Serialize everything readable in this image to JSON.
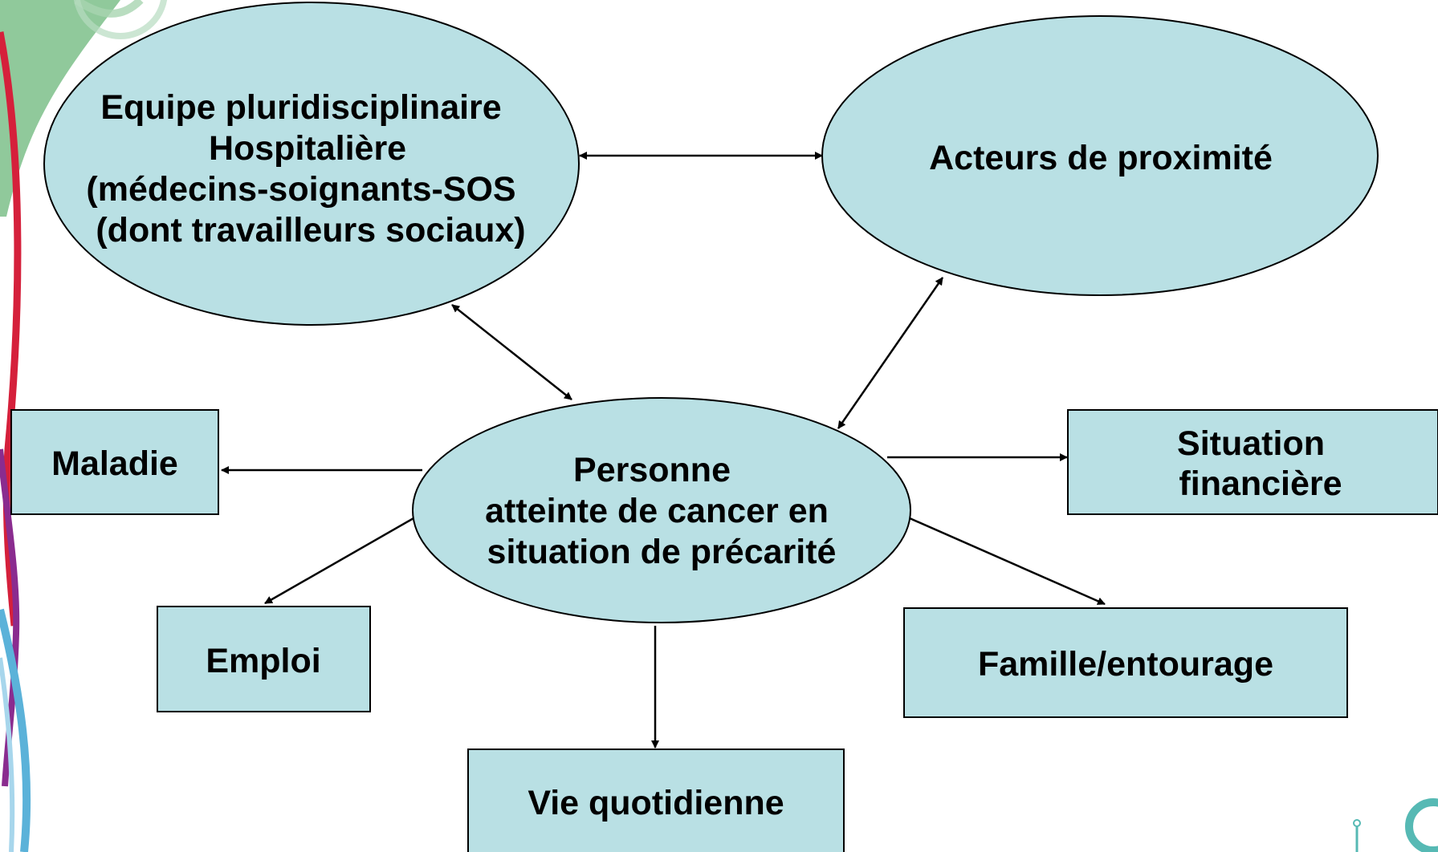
{
  "colors": {
    "node_fill": "#b9e0e4",
    "node_stroke": "#000000",
    "arrow": "#000000",
    "deco_green": "#7cc08a",
    "deco_red": "#d5203b",
    "deco_purple": "#8a2c8f",
    "deco_blue": "#5bb2d9",
    "deco_teal": "#56b9b4"
  },
  "nodes": {
    "equipe": {
      "lines": [
        "Equipe pluridisciplinaire",
        "Hospitalière",
        "(médecins-soignants-SOS",
        "(dont travailleurs sociaux)"
      ]
    },
    "acteurs": {
      "lines": [
        "Acteurs de proximité"
      ]
    },
    "personne": {
      "lines": [
        "Personne",
        "atteinte de cancer en",
        "situation de précarité"
      ]
    },
    "maladie": {
      "lines": [
        "Maladie"
      ]
    },
    "situation": {
      "lines": [
        "Situation",
        "financière"
      ]
    },
    "emploi": {
      "lines": [
        "Emploi"
      ]
    },
    "famille": {
      "lines": [
        "Famille/entourage"
      ]
    },
    "vie": {
      "lines": [
        "Vie quotidienne"
      ]
    }
  },
  "edges": [
    {
      "from": "equipe",
      "to": "acteurs",
      "direction": "both"
    },
    {
      "from": "equipe",
      "to": "personne",
      "direction": "both"
    },
    {
      "from": "acteurs",
      "to": "personne",
      "direction": "both"
    },
    {
      "from": "personne",
      "to": "maladie",
      "direction": "forward"
    },
    {
      "from": "personne",
      "to": "situation",
      "direction": "forward"
    },
    {
      "from": "personne",
      "to": "emploi",
      "direction": "forward"
    },
    {
      "from": "personne",
      "to": "famille",
      "direction": "forward"
    },
    {
      "from": "personne",
      "to": "vie",
      "direction": "forward"
    }
  ]
}
